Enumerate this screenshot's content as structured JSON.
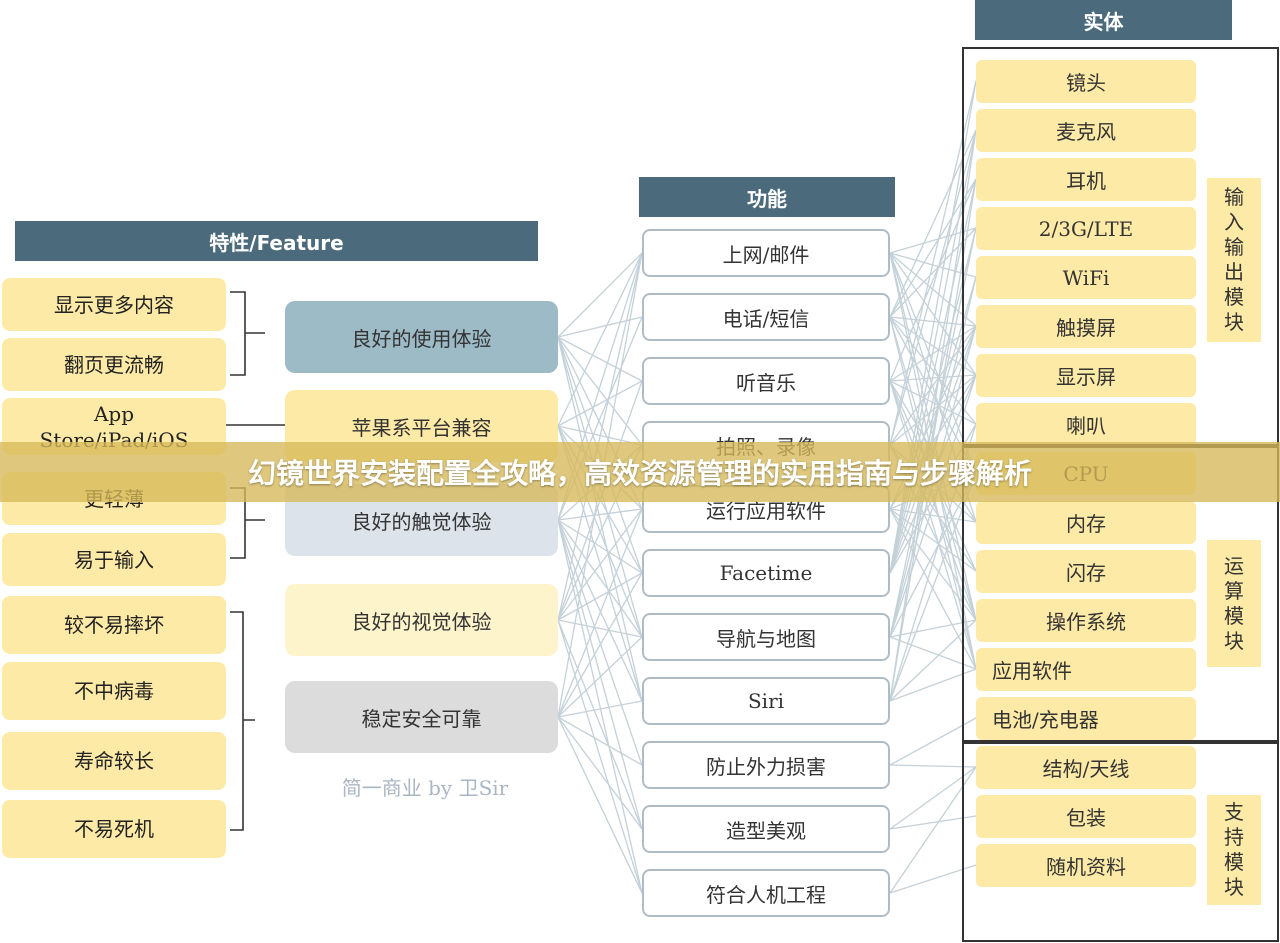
{
  "headers": {
    "feature": "特性/Feature",
    "function": "功能",
    "entity": "实体"
  },
  "features": [
    "显示更多内容",
    "翻页更流畅",
    "App\nStore/iPad/iOS",
    "更轻薄",
    "易于输入",
    "较不易摔坏",
    "不中病毒",
    "寿命较长",
    "不易死机"
  ],
  "experiences": [
    {
      "label": "良好的使用体验",
      "color": "#9dbac7"
    },
    {
      "label": "苹果系平台兼容",
      "color": "#fdeaa6"
    },
    {
      "label": "良好的触觉体验",
      "color": "#dde3ea"
    },
    {
      "label": "良好的视觉体验",
      "color": "#fef4cc"
    },
    {
      "label": "稳定安全可靠",
      "color": "#dcdcdc"
    }
  ],
  "functions": [
    "上网/邮件",
    "电话/短信",
    "听音乐",
    "拍照、录像",
    "运行应用软件",
    "Facetime",
    "导航与地图",
    "Siri",
    "防止外力损害",
    "造型美观",
    "符合人机工程"
  ],
  "entities": [
    "镜头",
    "麦克风",
    "耳机",
    "2/3G/LTE",
    "WiFi",
    "触摸屏",
    "显示屏",
    "喇叭",
    "CPU",
    "内存",
    "闪存",
    "操作系统",
    "应用软件",
    "电池/充电器",
    "结构/天线",
    "包装",
    "随机资料"
  ],
  "modules": [
    "输入输出模块",
    "运算模块",
    "支持模块"
  ],
  "credit": "简一商业 by 卫Sir",
  "banner_title": "幻镜世界安装配置全攻略，高效资源管理的实用指南与步骤解析"
}
